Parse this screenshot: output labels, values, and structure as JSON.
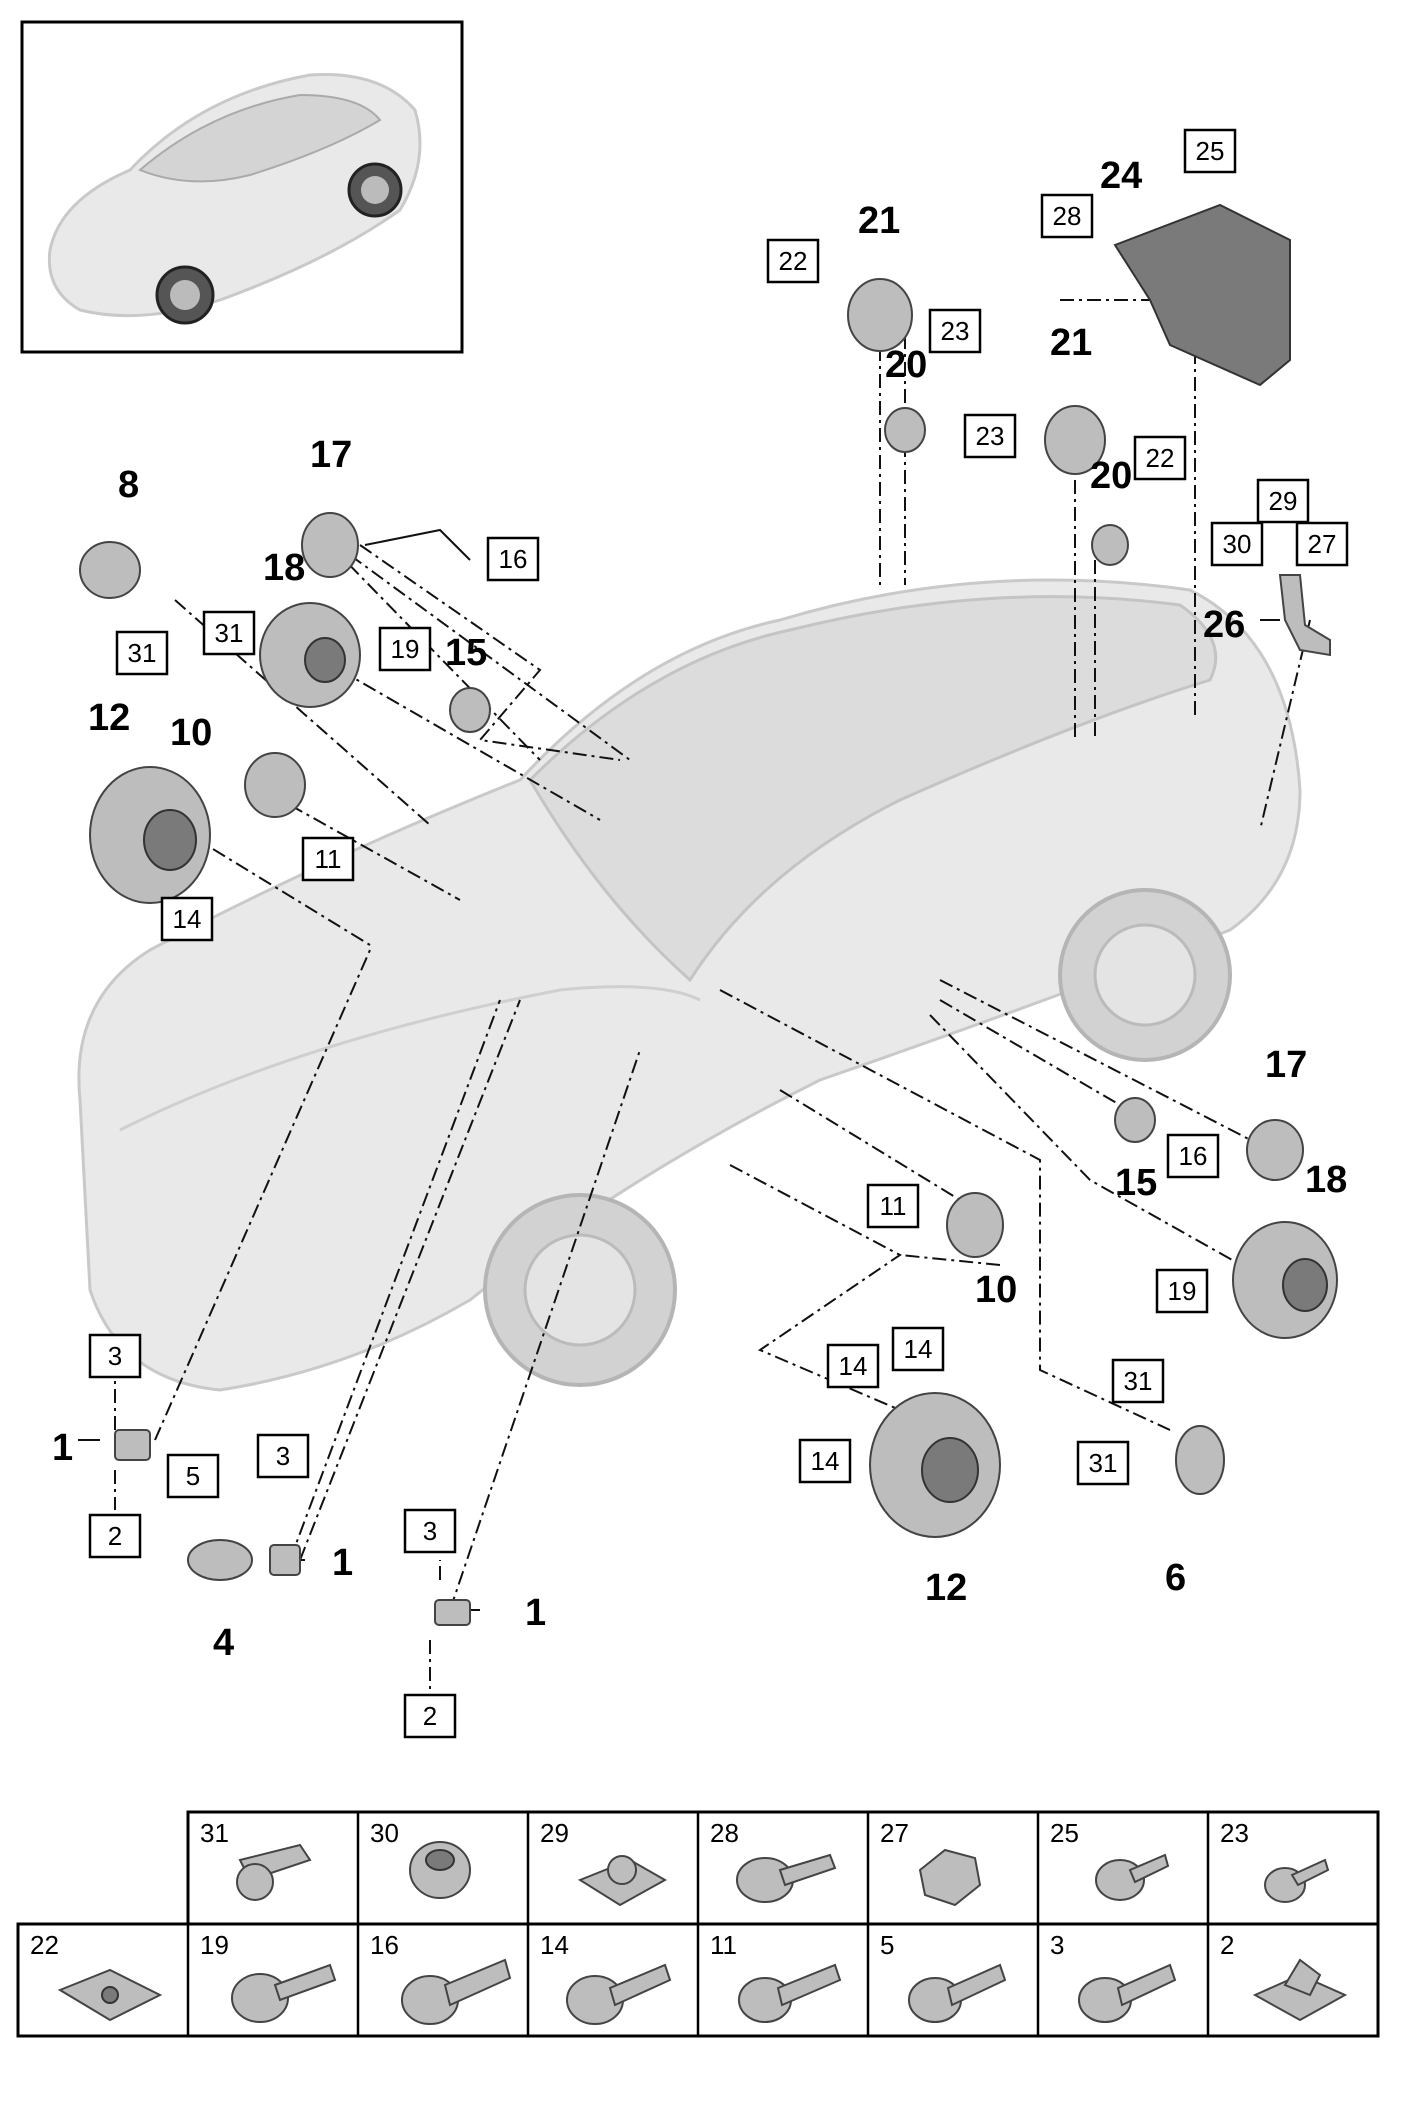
{
  "callouts": {
    "p1": "1",
    "p2": "2",
    "p3": "3",
    "p4": "4",
    "p5": "5",
    "p6": "6",
    "p8": "8",
    "p10": "10",
    "p11": "11",
    "p12": "12",
    "p14": "14",
    "p15": "15",
    "p16": "16",
    "p17": "17",
    "p18": "18",
    "p19": "19",
    "p20": "20",
    "p21": "21",
    "p22": "22",
    "p23": "23",
    "p24": "24",
    "p25": "25",
    "p26": "26",
    "p27": "27",
    "p28": "28",
    "p29": "29",
    "p30": "30",
    "p31": "31"
  },
  "fastener_table": {
    "row1": [
      "31",
      "30",
      "29",
      "28",
      "27",
      "25",
      "23"
    ],
    "row2": [
      "22",
      "19",
      "16",
      "14",
      "11",
      "5",
      "3",
      "2"
    ]
  }
}
